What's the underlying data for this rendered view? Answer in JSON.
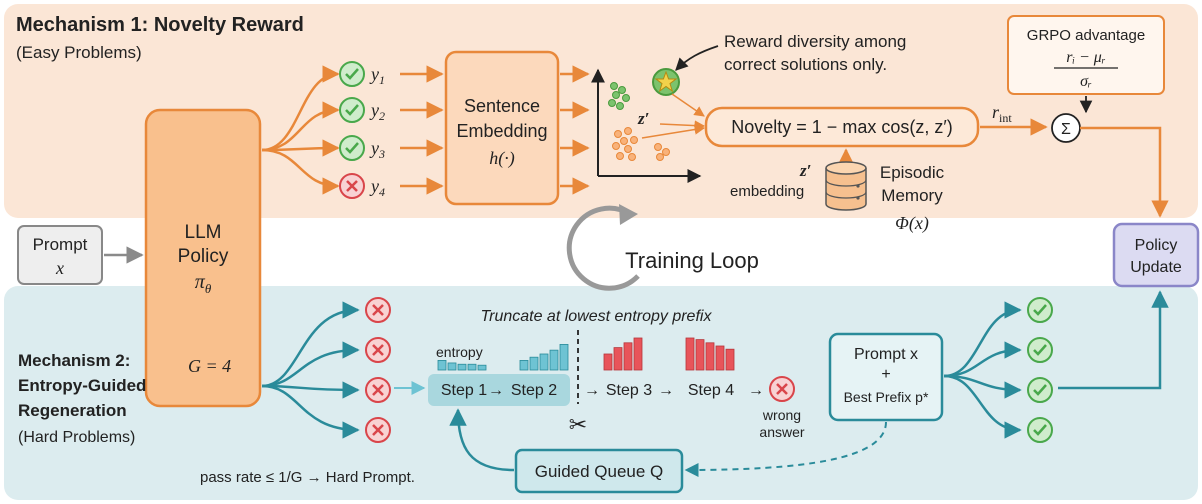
{
  "mechanism1": {
    "title": "Mechanism 1: Novelty Reward",
    "subtitle": "(Easy Problems)",
    "outputs": [
      {
        "label": "y",
        "sub": "1",
        "status": "correct"
      },
      {
        "label": "y",
        "sub": "2",
        "status": "correct"
      },
      {
        "label": "y",
        "sub": "3",
        "status": "correct"
      },
      {
        "label": "y",
        "sub": "4",
        "status": "wrong"
      }
    ],
    "embedding_box": {
      "line1": "Sentence",
      "line2": "Embedding",
      "func": "h(·)"
    },
    "callout": {
      "line1": "Reward diversity among",
      "line2": "correct solutions only."
    },
    "zprime": "z′",
    "novelty": "Novelty = 1 − max cos(z, z′)",
    "r_int": "r",
    "r_int_sub": "int",
    "embedding_label": "embedding",
    "memory": {
      "line1": "Episodic",
      "line2": "Memory",
      "phi": "Φ(x)"
    },
    "grpo": {
      "title": "GRPO advantage",
      "numerator": "rᵢ − μᵣ",
      "denominator": "σᵣ"
    },
    "sum_symbol": "Σ"
  },
  "prompt_box": {
    "line1": "Prompt",
    "line2": "x"
  },
  "policy_box": {
    "line1": "LLM",
    "line2": "Policy",
    "symbol": "π",
    "symbol_sub": "θ"
  },
  "training_loop": "Training Loop",
  "policy_update": {
    "line1": "Policy",
    "line2": "Update"
  },
  "mechanism2": {
    "title_lines": [
      "Mechanism 2:",
      "Entropy-Guided",
      "Regeneration"
    ],
    "subtitle": "(Hard Problems)",
    "group_size": "G = 4",
    "truncate_label": "Truncate at lowest entropy prefix",
    "entropy_label": "entropy",
    "steps": [
      "Step 1",
      "Step 2",
      "Step 3",
      "Step 4"
    ],
    "wrong_answer": [
      "wrong",
      "answer"
    ],
    "prompt_prefix": {
      "line1": "Prompt x",
      "plus": "+",
      "line2": "Best Prefix p*"
    },
    "guided_queue": "Guided Queue Q",
    "pass_rate": "pass rate ≤ 1/G → Hard Prompt.",
    "entropy_levels": {
      "step1": [
        0.3,
        0.22,
        0.18,
        0.18,
        0.15
      ],
      "step2": [
        0.3,
        0.4,
        0.5,
        0.62,
        0.8
      ],
      "step3": [
        0.5,
        0.7,
        0.85,
        1.0
      ],
      "step4": [
        1.0,
        0.95,
        0.85,
        0.75,
        0.65
      ]
    }
  },
  "colors": {
    "top_band": "#fbe6d6",
    "bottom_band": "#dcecef",
    "orange_fill": "#f9c08d",
    "orange_stroke": "#e8883a",
    "teal": "#2a8b9a",
    "teal_fill": "#cfe8ec",
    "green": "#49a84b",
    "red": "#d9454a",
    "purple_fill": "#dcdbf2",
    "purple_stroke": "#8a86c8",
    "gray": "#8a8a8a"
  }
}
